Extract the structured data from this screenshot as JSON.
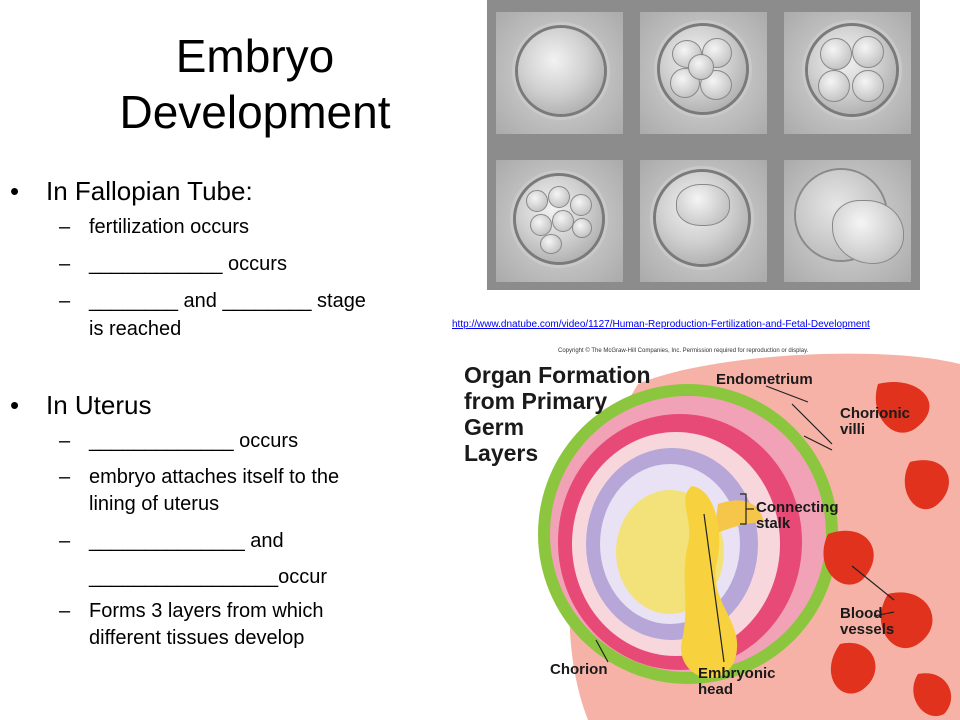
{
  "slide": {
    "title_line1": "Embryo",
    "title_line2": "Development",
    "sections": [
      {
        "heading": "In Fallopian Tube:",
        "items": [
          "fertilization occurs",
          "____________ occurs",
          "________ and ________ stage",
          "is reached"
        ]
      },
      {
        "heading": "In Uterus",
        "items": [
          "_____________ occurs",
          "embryo attaches itself to the",
          "lining of uterus",
          "______________ and",
          "_________________occur",
          "Forms 3 layers from which",
          "different tissues develop"
        ]
      }
    ]
  },
  "source_link": "http://www.dnatube.com/video/1127/Human-Reproduction-Fertilization-and-Fetal-Development",
  "diagram": {
    "copyright": "Copyright © The McGraw-Hill Companies, Inc. Permission required for reproduction or display.",
    "title_lines": [
      "Organ Formation",
      "from Primary",
      "Germ",
      "Layers"
    ],
    "labels": {
      "endometrium": "Endometrium",
      "chorionic_villi_1": "Chorionic",
      "chorionic_villi_2": "villi",
      "connecting_stalk_1": "Connecting",
      "connecting_stalk_2": "stalk",
      "blood_vessels_1": "Blood",
      "blood_vessels_2": "vessels",
      "chorion": "Chorion",
      "embryonic_head_1": "Embryonic",
      "embryonic_head_2": "head"
    },
    "colors": {
      "ectoderm": "#e8b6c8",
      "mesoderm": "#b6a7d8",
      "endoderm": "#f3e27a",
      "villi": "#8cc63f",
      "uterine_wall": "#f29a8a",
      "blood": "#e0321c"
    }
  }
}
